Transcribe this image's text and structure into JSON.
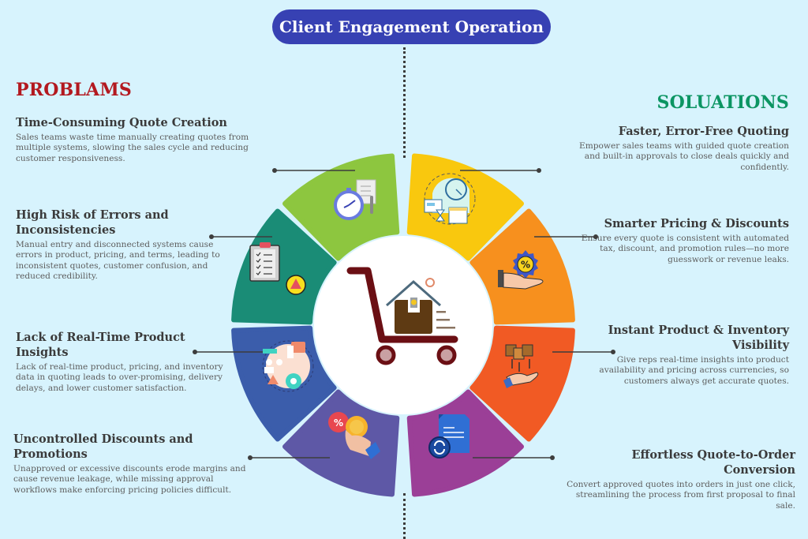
{
  "title": "Client Engagement Operation",
  "problems": {
    "heading": "PROBLAMS",
    "heading_color": "#b3191f",
    "items": [
      {
        "title": "Time-Consuming Quote Creation",
        "description": "Sales teams waste time manually creating quotes from multiple systems, slowing the sales cycle and reducing customer responsiveness.",
        "segment_color": "#8dc63f",
        "icon": "stopwatch-document-icon"
      },
      {
        "title": "High Risk of Errors and Inconsistencies",
        "description": "Manual entry and disconnected systems cause errors in product, pricing, and terms, leading to inconsistent quotes, customer confusion, and reduced credibility.",
        "segment_color": "#1a8c76",
        "icon": "clipboard-warning-icon"
      },
      {
        "title": "Lack of Real-Time Product Insights",
        "description": "Lack of real-time product, pricing, and inventory data in quoting leads to over-promising, delivery delays, and lower customer satisfaction.",
        "segment_color": "#3b5dab",
        "icon": "workflow-confusion-icon"
      },
      {
        "title": "Uncontrolled Discounts and Promotions",
        "description": "Unapproved or excessive discounts erode margins and cause revenue leakage, while missing approval workflows make enforcing pricing policies difficult.",
        "segment_color": "#5e58a6",
        "icon": "hand-discount-coin-icon"
      }
    ]
  },
  "solutions": {
    "heading": "SOLUATIONS",
    "heading_color": "#0c9563",
    "items": [
      {
        "title": "Faster, Error-Free Quoting",
        "description": "Empower sales teams with guided quote creation and built-in approvals to close deals quickly and confidently.",
        "segment_color": "#f9c80e",
        "icon": "fast-quoting-timer-icon"
      },
      {
        "title": "Smarter Pricing & Discounts",
        "description": "Ensure every quote is consistent with automated tax, discount, and promotion rules—no more guesswork or revenue leaks.",
        "segment_color": "#f7901e",
        "icon": "hand-percent-badge-icon"
      },
      {
        "title": "Instant Product & Inventory Visibility",
        "description": "Give reps real-time insights into product availability and pricing across currencies, so customers always get accurate quotes.",
        "segment_color": "#f15a24",
        "icon": "hand-boxes-icon"
      },
      {
        "title": "Effortless Quote-to-Order Conversion",
        "description": "Convert approved quotes into orders in just one click, streamlining the process from first proposal to final sale.",
        "segment_color": "#9b3f97",
        "icon": "document-sync-icon"
      }
    ]
  },
  "center": {
    "icon": "delivery-cart-house-icon"
  },
  "colors": {
    "background": "#d7f3fd",
    "title_pill": "#3741b3",
    "connector": "#3d3d3d"
  }
}
